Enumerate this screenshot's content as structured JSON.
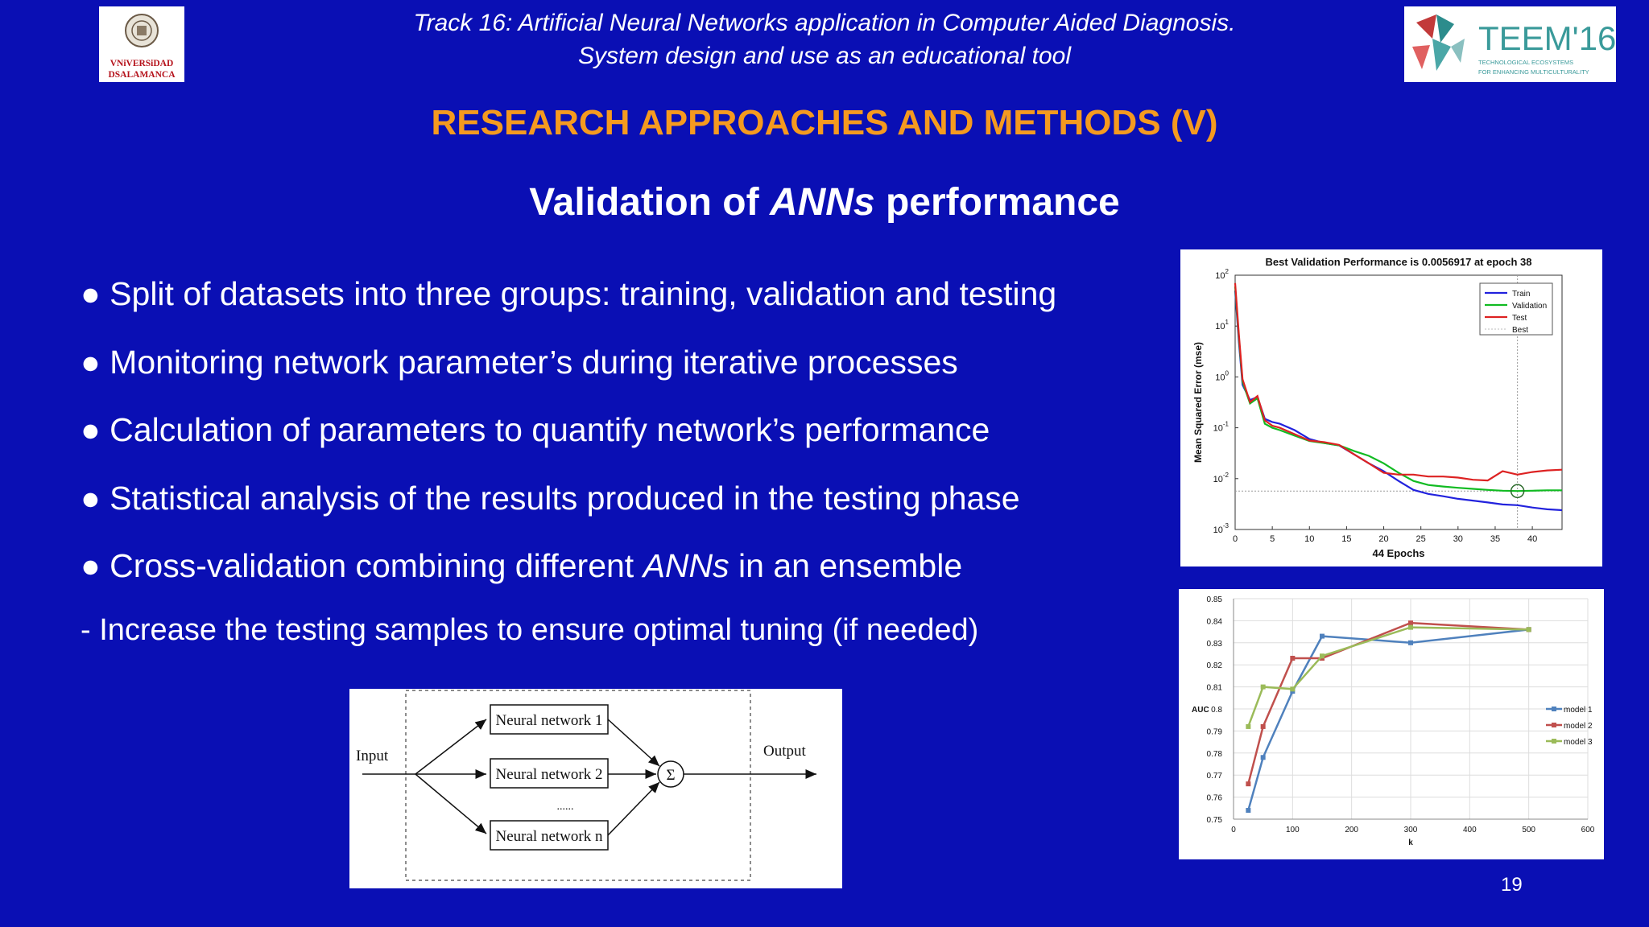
{
  "header": {
    "track_line1": "Track 16:  Artificial Neural Networks application in Computer Aided Diagnosis.",
    "track_line2": "System design and use as an educational tool",
    "left_logo_text": [
      "VNiVERSiDAD",
      "DSALAMANCA"
    ],
    "right_logo_text": "TEEM'16",
    "right_logo_sub": [
      "TECHNOLOGICAL ECOSYSTEMS",
      "FOR ENHANCING MULTICULTURALITY"
    ]
  },
  "title": "RESEARCH APPROACHES AND METHODS (V)",
  "subtitle": {
    "before": "Validation of ",
    "italic": "ANNs",
    "after": " performance"
  },
  "bullets": [
    {
      "text": "Split of datasets into three groups: training, validation and testing"
    },
    {
      "text": "Monitoring network parameter’s during iterative processes"
    },
    {
      "text": "Calculation of parameters to quantify network’s performance"
    },
    {
      "text": "Statistical analysis of the results produced in the testing phase"
    },
    {
      "before": "Cross-validation combining different ",
      "italic": "ANNs",
      "after": " in an ensemble"
    }
  ],
  "bullet_symbol": "●",
  "note": "- Increase the testing samples to ensure optimal tuning (if needed)",
  "page_number": "19",
  "diagram": {
    "input_label": "Input",
    "output_label": "Output",
    "networks": [
      "Neural network 1",
      "Neural network 2",
      "Neural network n"
    ],
    "ellipsis": "......",
    "sum_symbol": "Σ"
  },
  "colors": {
    "background": "#0a0fb4",
    "title": "#f59a1f",
    "text": "#ffffff"
  },
  "chart_data": [
    {
      "type": "line",
      "title": "Best Validation Performance is 0.0056917 at epoch 38",
      "xlabel": "44 Epochs",
      "ylabel": "Mean Squared Error  (mse)",
      "yscale": "log",
      "xlim": [
        0,
        44
      ],
      "ylim": [
        0.001,
        100
      ],
      "xticks": [
        "0",
        "5",
        "10",
        "15",
        "20",
        "25",
        "30",
        "35",
        "40"
      ],
      "yticks": [
        "10^-3",
        "10^-2",
        "10^-1",
        "10^0",
        "10^1",
        "10^2"
      ],
      "legend_position": "top-right",
      "legend": [
        "Train",
        "Validation",
        "Test",
        "Best"
      ],
      "best": {
        "epoch": 38,
        "value": 0.0056917
      },
      "series": [
        {
          "name": "Train",
          "color": "#2222dd",
          "x": [
            0,
            0.5,
            1,
            2,
            3,
            4,
            5,
            6,
            8,
            10,
            12,
            14,
            16,
            18,
            20,
            22,
            24,
            26,
            28,
            30,
            32,
            34,
            36,
            38,
            40,
            42,
            44
          ],
          "y": [
            50,
            5,
            0.7,
            0.35,
            0.4,
            0.15,
            0.13,
            0.12,
            0.09,
            0.06,
            0.05,
            0.045,
            0.03,
            0.02,
            0.014,
            0.009,
            0.006,
            0.005,
            0.0045,
            0.004,
            0.0037,
            0.0034,
            0.0031,
            0.003,
            0.0027,
            0.0025,
            0.0024
          ]
        },
        {
          "name": "Validation",
          "color": "#11bb22",
          "x": [
            0,
            0.5,
            1,
            2,
            3,
            4,
            5,
            6,
            8,
            10,
            12,
            14,
            16,
            18,
            20,
            22,
            24,
            26,
            28,
            30,
            32,
            34,
            36,
            38,
            40,
            42,
            44
          ],
          "y": [
            60,
            6,
            0.8,
            0.3,
            0.38,
            0.12,
            0.1,
            0.09,
            0.07,
            0.055,
            0.05,
            0.045,
            0.035,
            0.028,
            0.02,
            0.013,
            0.009,
            0.0075,
            0.007,
            0.0066,
            0.0063,
            0.006,
            0.0058,
            0.0057,
            0.0058,
            0.0059,
            0.0059
          ]
        },
        {
          "name": "Test",
          "color": "#dd2222",
          "x": [
            0,
            0.5,
            1,
            2,
            3,
            4,
            5,
            6,
            8,
            10,
            12,
            14,
            16,
            18,
            20,
            22,
            24,
            26,
            28,
            30,
            32,
            34,
            36,
            38,
            40,
            42,
            44
          ],
          "y": [
            70,
            7,
            0.9,
            0.32,
            0.42,
            0.14,
            0.11,
            0.1,
            0.075,
            0.056,
            0.052,
            0.046,
            0.03,
            0.02,
            0.013,
            0.012,
            0.012,
            0.011,
            0.011,
            0.0105,
            0.0095,
            0.0092,
            0.014,
            0.012,
            0.0135,
            0.0145,
            0.015
          ]
        }
      ]
    },
    {
      "type": "line",
      "title": "",
      "xlabel": "k",
      "ylabel": "AUC",
      "xlim": [
        0,
        600
      ],
      "ylim": [
        0.75,
        0.85
      ],
      "xticks": [
        "0",
        "100",
        "200",
        "300",
        "400",
        "500",
        "600"
      ],
      "yticks": [
        "0.75",
        "0.76",
        "0.77",
        "0.78",
        "0.79",
        "0.8",
        "0.81",
        "0.82",
        "0.83",
        "0.84",
        "0.85"
      ],
      "legend_position": "right",
      "x": [
        25,
        50,
        100,
        150,
        300,
        500
      ],
      "series": [
        {
          "name": "model 1",
          "color": "#4f81bd",
          "values": [
            0.754,
            0.778,
            0.808,
            0.833,
            0.83,
            0.836
          ]
        },
        {
          "name": "model 2",
          "color": "#c0504d",
          "values": [
            0.766,
            0.792,
            0.823,
            0.823,
            0.839,
            0.836
          ]
        },
        {
          "name": "model 3",
          "color": "#9bbb59",
          "values": [
            0.792,
            0.81,
            0.809,
            0.824,
            0.837,
            0.836
          ]
        }
      ]
    }
  ]
}
